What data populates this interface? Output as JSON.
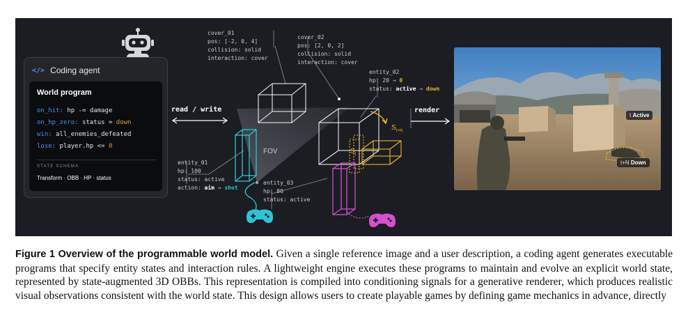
{
  "agent": {
    "code_icon": "</>",
    "title": "Coding agent",
    "program_title": "World program",
    "lines": [
      {
        "key": "on_hit:",
        "rest": " hp -= damage",
        "accent": ""
      },
      {
        "key": "on_hp_zero:",
        "rest": " status = ",
        "accent": "down"
      },
      {
        "key": "win:",
        "rest": " all_enemies_defeated",
        "accent": ""
      },
      {
        "key": "lose:",
        "rest": " player.hp <= ",
        "accent": "0"
      }
    ],
    "schema_title": "STATE SCHEMA",
    "schema_value": "Transform · OBB · HP · status"
  },
  "arrows": {
    "read_write": "read / write",
    "render": "render"
  },
  "scene": {
    "fov": "FOV",
    "s_t": "S",
    "s_t_sub": "t",
    "s_tn": "S",
    "s_tn_sub": "t+N",
    "cover_01": [
      "cover_01",
      "pos: [-2, 0, 4]",
      "collision: solid",
      "interaction: cover"
    ],
    "cover_02": [
      "cover_02",
      "pos: [2, 0, 2]",
      "collision: solid",
      "interaction: cover"
    ],
    "entity_02": {
      "name": "entity_02",
      "hp_prefix": "hp: 20 → ",
      "hp_new": "0",
      "status_prefix": "status: ",
      "status_old": "active",
      "status_arrow": " → ",
      "status_new": "down"
    },
    "entity_01": {
      "name": "entity_01",
      "hp": "hp: 100",
      "status": "status: active",
      "action_prefix": "action: ",
      "action_old": "aim",
      "action_arrow": " → ",
      "action_new": "shot"
    },
    "entity_03": {
      "name": "entity_03",
      "hp": "hp: 80",
      "status": "status: active"
    }
  },
  "render_badges": {
    "active_tag": "t",
    "active_label": "Active",
    "down_tag": "t+N",
    "down_label": "Down"
  },
  "colors": {
    "cyan": "#2ec4d6",
    "orange": "#f0b323",
    "magenta": "#d54fd0",
    "blue": "#4e8ff2"
  },
  "caption": {
    "figure_label": "Figure 1  Overview of the programmable world model.",
    "text": " Given a single reference image and a user description, a coding agent generates executable programs that specify entity states and interaction rules. A lightweight engine executes these programs to maintain and evolve an explicit world state, represented by state-augmented 3D OBBs. This representation is compiled into conditioning signals for a generative renderer, which produces realistic visual observations consistent with the world state. This design allows users to create playable games by defining game mechanics in advance, directly"
  }
}
